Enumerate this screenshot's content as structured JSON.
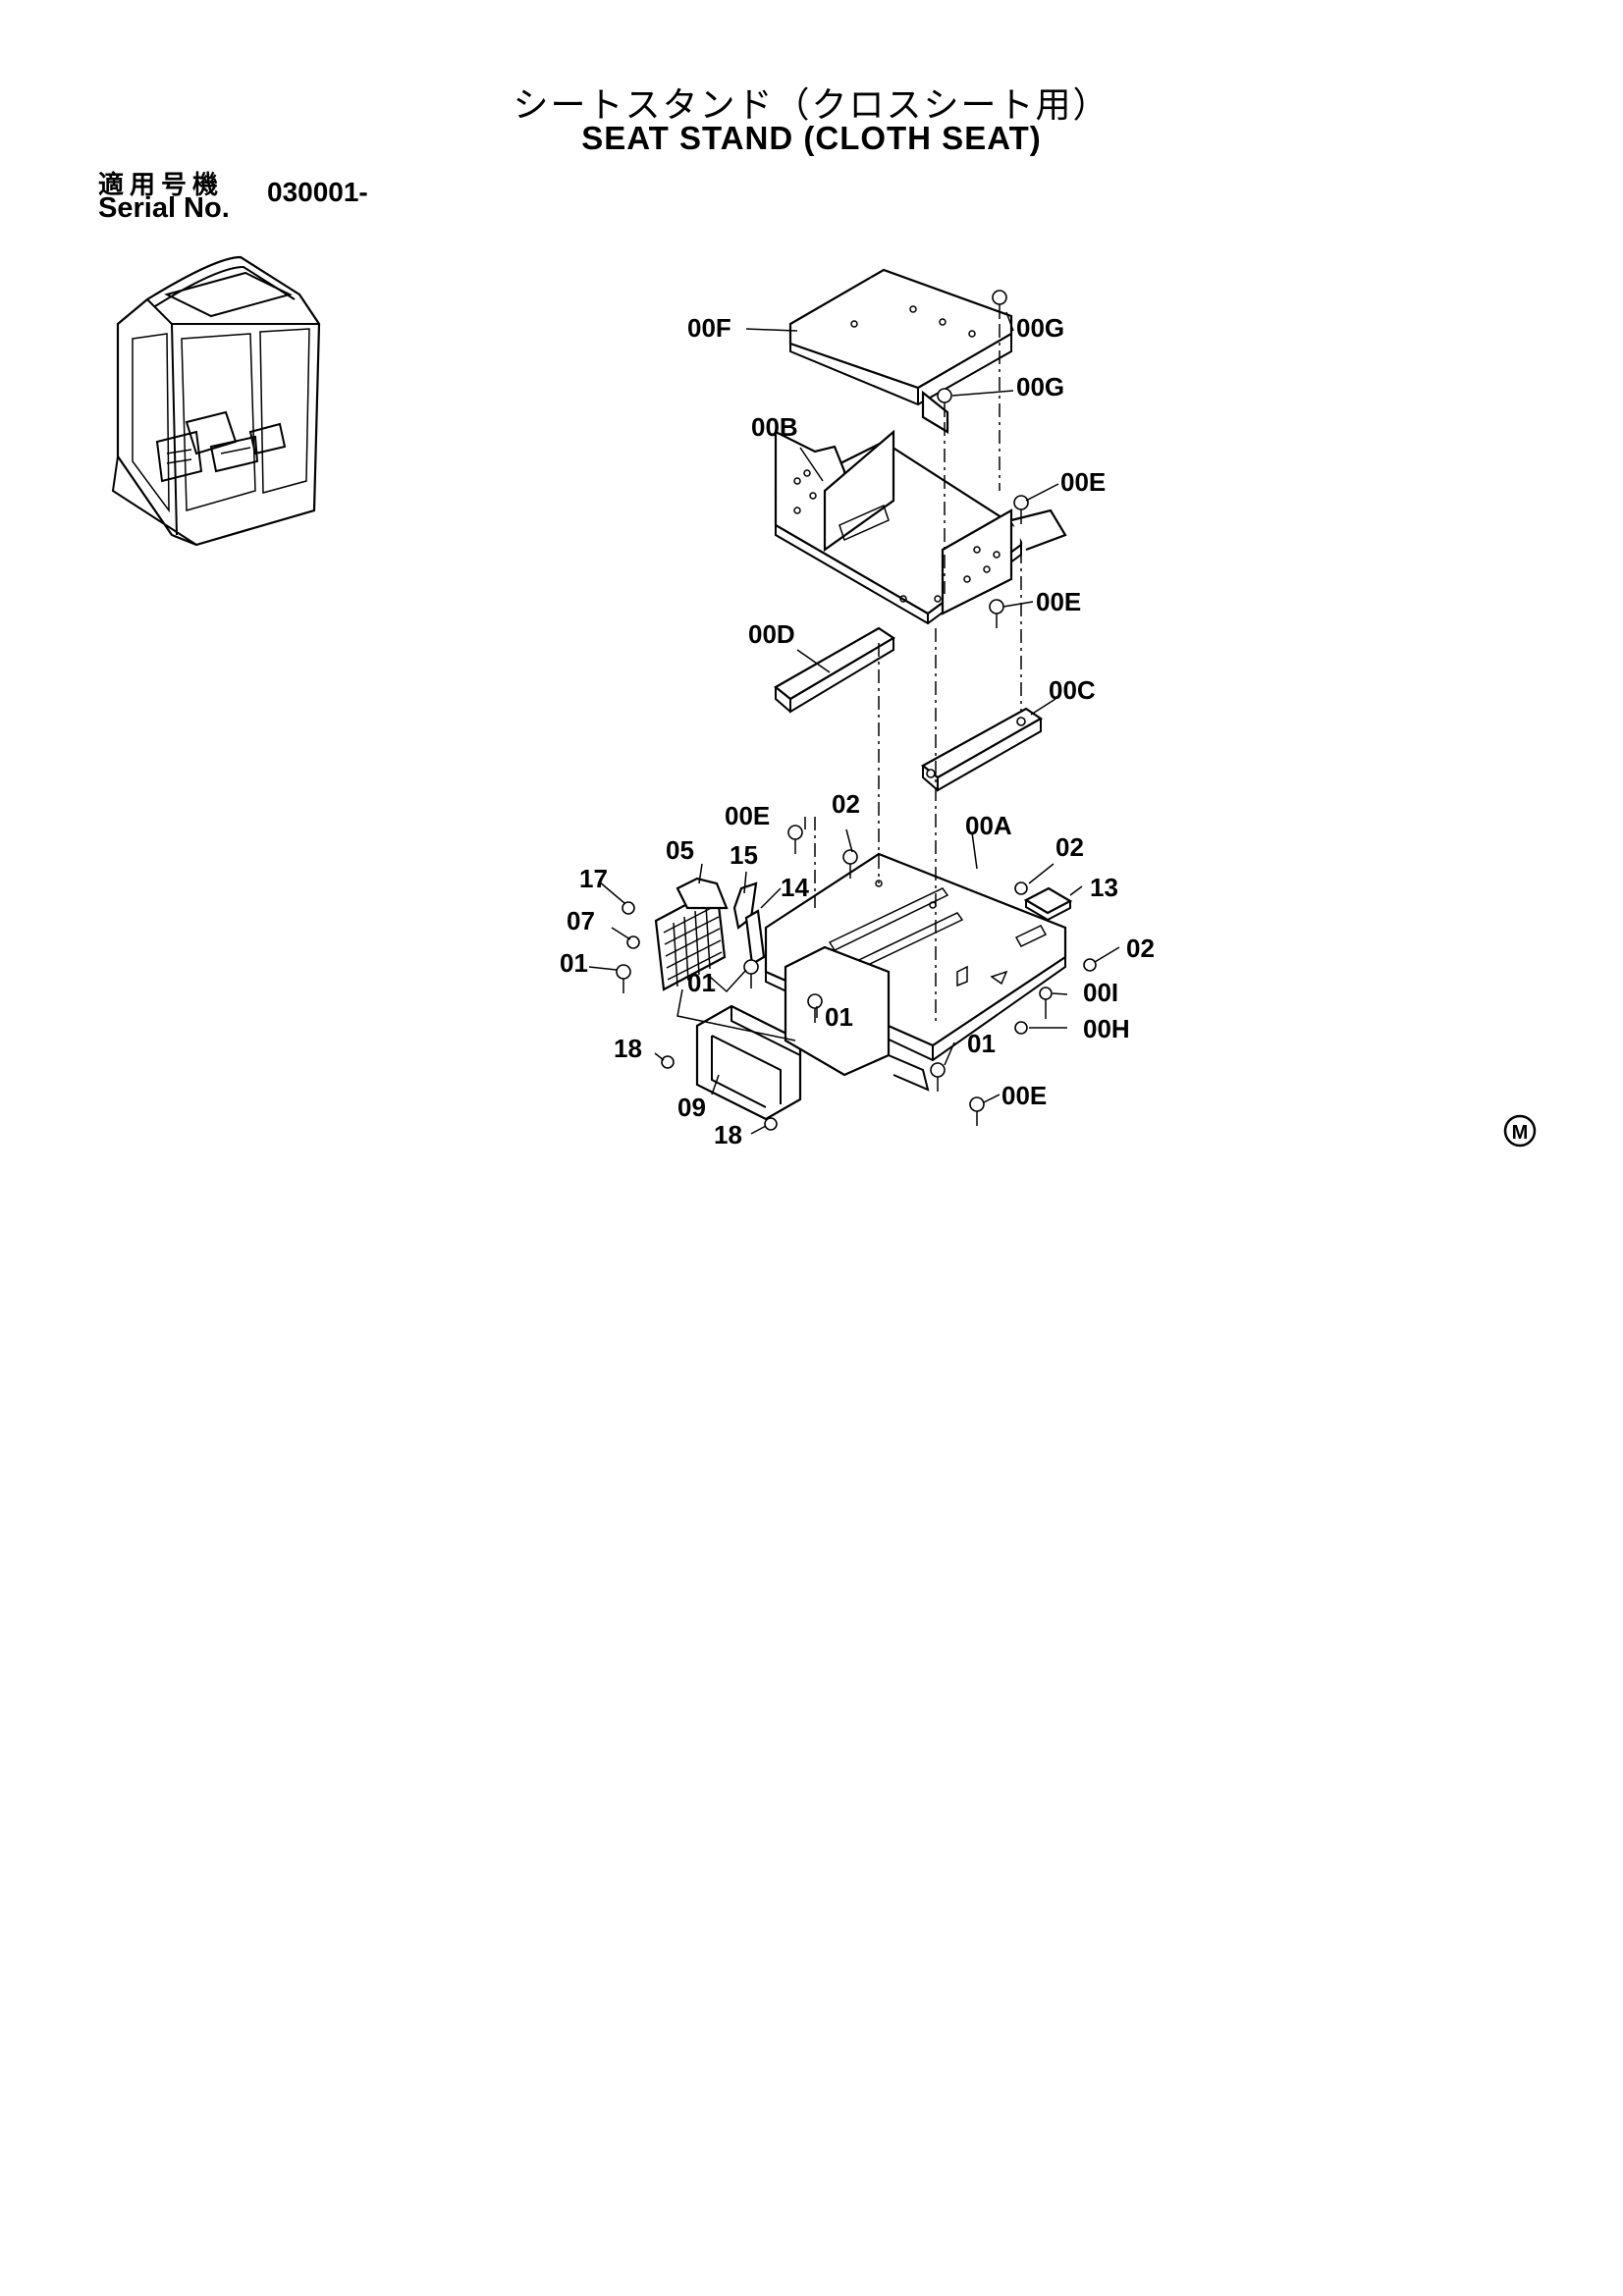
{
  "title_jp": "シートスタンド（クロスシート用）",
  "title_en": "SEAT STAND (CLOTH SEAT)",
  "serial": {
    "label_jp": "適用号機",
    "label_en": "Serial No.",
    "value": "030001-"
  },
  "callouts": [
    "00F",
    "00G",
    "00G",
    "00B",
    "00E",
    "00E",
    "00D",
    "00C",
    "00E",
    "02",
    "00A",
    "02",
    "05",
    "15",
    "17",
    "14",
    "13",
    "07",
    "02",
    "01",
    "01",
    "00I",
    "01",
    "00H",
    "18",
    "01",
    "09",
    "00E",
    "18"
  ],
  "mark": "M"
}
